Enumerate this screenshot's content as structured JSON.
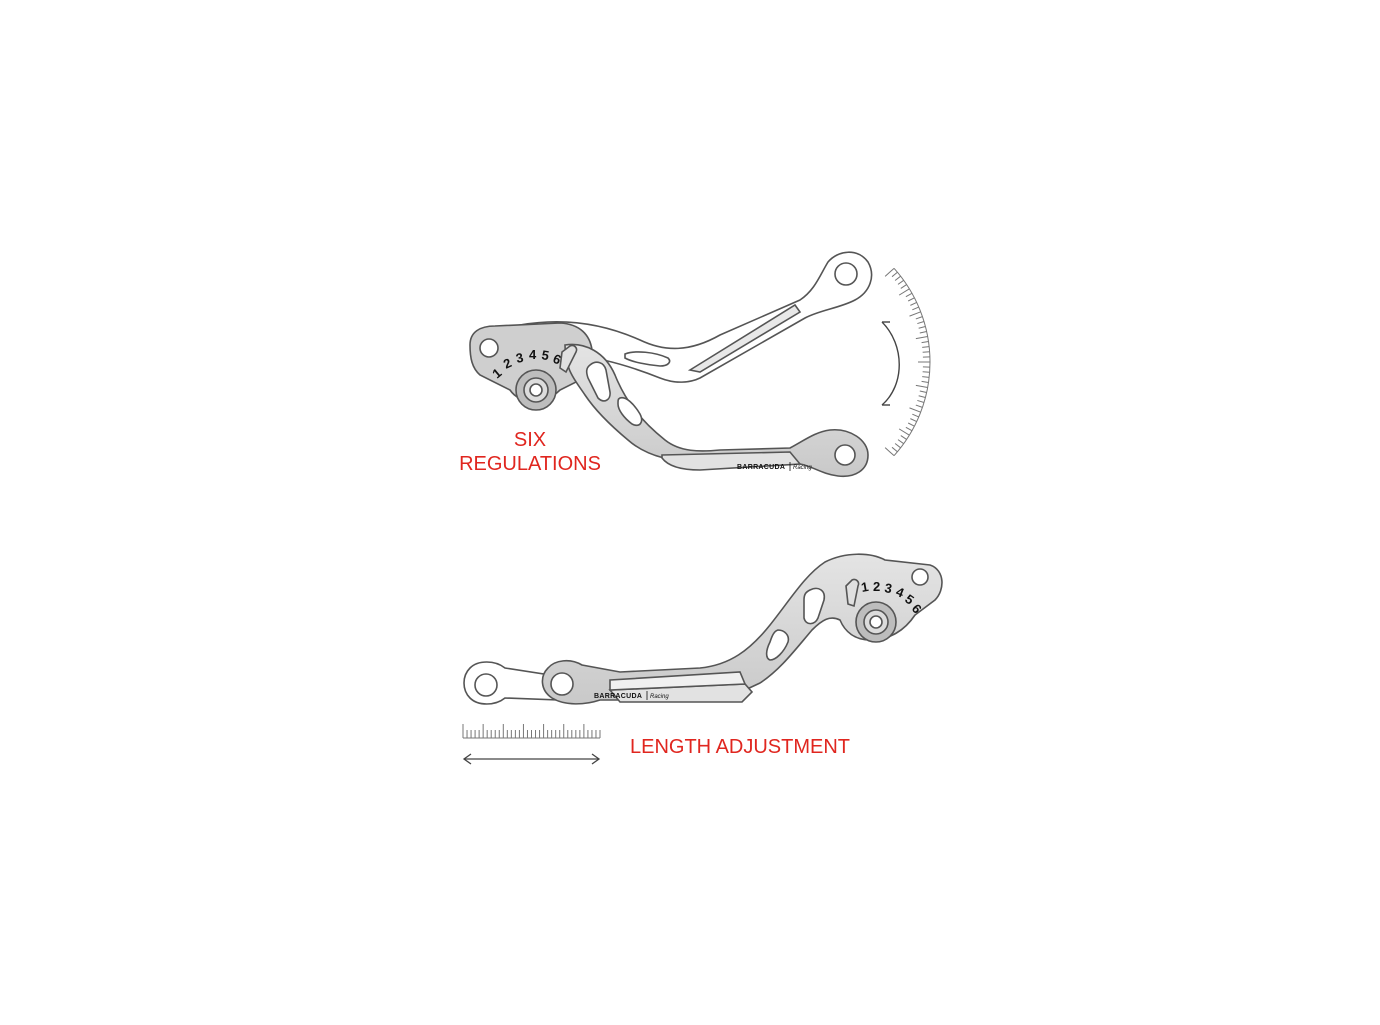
{
  "labels": {
    "six_line1": "SIX",
    "six_line2": "REGULATIONS",
    "length": "LENGTH ADJUSTMENT"
  },
  "dial_numbers": [
    "1",
    "2",
    "3",
    "4",
    "5",
    "6"
  ],
  "brand": {
    "name": "BARRACUDA",
    "sub": "Racing"
  },
  "colors": {
    "label_red": "#e0261f",
    "lever_fill": "#d9d9d9",
    "outline": "#555555"
  }
}
